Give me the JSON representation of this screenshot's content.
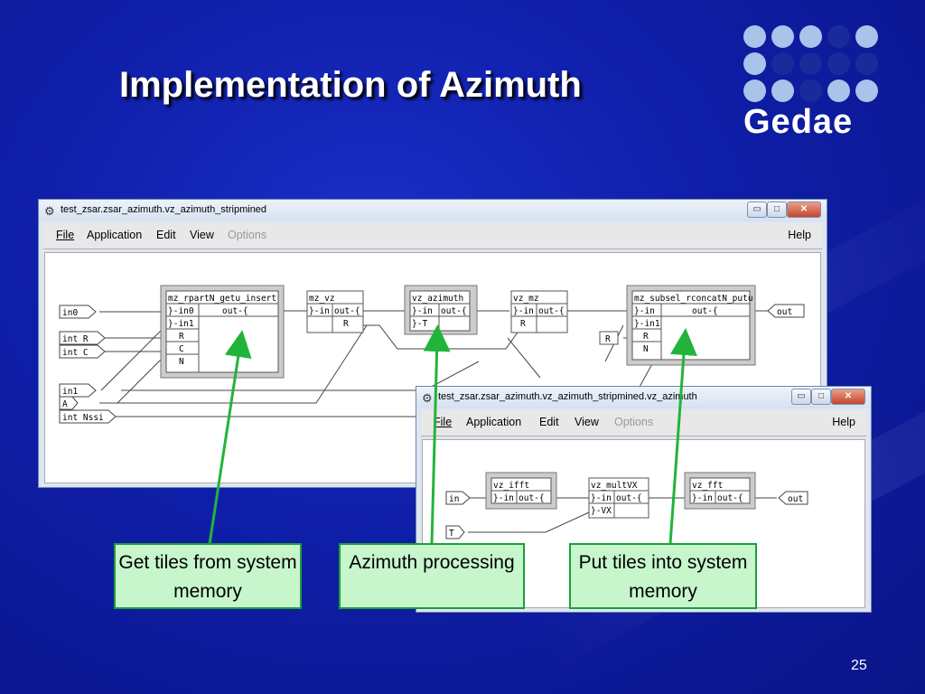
{
  "slide": {
    "title": "Implementation of Azimuth",
    "page_number": "25",
    "logo_text": "Gedae"
  },
  "window_main": {
    "title": "test_zsar.zsar_azimuth.vz_azimuth_stripmined",
    "menu": [
      "File",
      "Application",
      "Edit",
      "View",
      "Options"
    ],
    "help": "Help",
    "controls": {
      "minimize": "▭",
      "maximize": "□",
      "close": "✕"
    }
  },
  "window_sub": {
    "title": "test_zsar.zsar_azimuth.vz_azimuth_stripmined.vz_azimuth",
    "menu": [
      "File",
      "Application",
      "Edit",
      "View",
      "Options"
    ],
    "help": "Help",
    "controls": {
      "minimize": "▭",
      "maximize": "□",
      "close": "✕"
    }
  },
  "diagram_main": {
    "inputs": [
      "in0",
      "int R",
      "int C",
      "in1",
      "A",
      "int Nssi"
    ],
    "block1": {
      "name": "mz_rpartN_getu_insert",
      "ports": [
        "}-in0",
        "}-in1",
        "R",
        "C",
        "N"
      ],
      "out": "out-{"
    },
    "block2": {
      "name": "mz_vz",
      "ports": [
        "}-in",
        "R"
      ],
      "out": "out-{"
    },
    "block3": {
      "name": "vz_azimuth",
      "ports": [
        "}-in",
        "}-T"
      ],
      "out": "out-{"
    },
    "block4": {
      "name": "vz_mz",
      "ports": [
        "}-in",
        "R"
      ],
      "out": "out-{"
    },
    "block5": {
      "name": "mz_subsel_rconcatN_putu",
      "ports": [
        "}-in",
        "}-in1",
        "R",
        "N"
      ],
      "out": "out-{"
    },
    "r_param": "R",
    "output": "out"
  },
  "diagram_sub": {
    "inputs": [
      "in",
      "T"
    ],
    "block1": {
      "name": "vz_ifft",
      "port": "}-in",
      "out": "out-{"
    },
    "block2": {
      "name": "vz_multVX",
      "ports": [
        "}-in",
        "}-VX"
      ],
      "out": "out-{"
    },
    "block3": {
      "name": "vz_fft",
      "port": "}-in",
      "out": "out-{"
    },
    "output": "out"
  },
  "callouts": {
    "get_tiles": "Get tiles from system memory",
    "azimuth": "Azimuth processing",
    "put_tiles": "Put tiles into system memory"
  },
  "colors": {
    "background": "#1226b8",
    "arrow": "#22b43a",
    "callout_fill": "#c7f5cc",
    "logo_dot_light": "#a9c3ea",
    "logo_dot_dark": "#1b2a9a"
  }
}
